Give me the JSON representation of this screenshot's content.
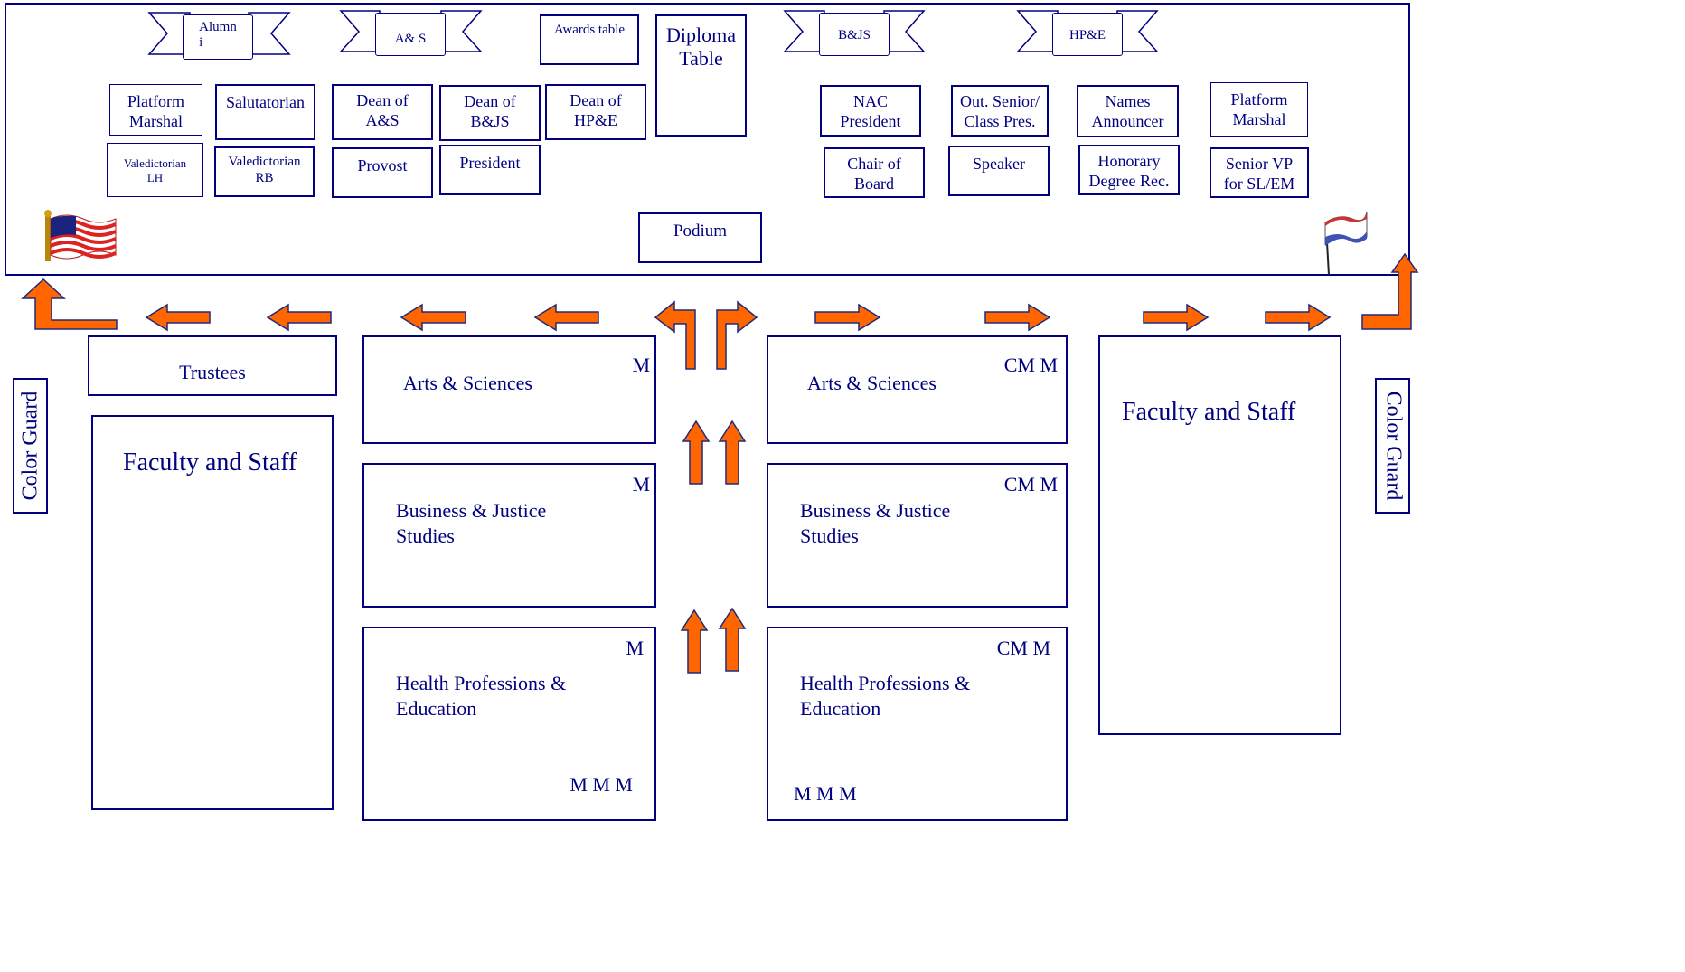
{
  "banners": {
    "alumni": "Alumn\ni",
    "as": "A& S",
    "bjs": "B&JS",
    "hpe": "HP&E"
  },
  "stage": {
    "awards_table": "Awards table",
    "diploma_table": "Diploma\nTable",
    "podium": "Podium",
    "seats": {
      "platform_marshal_left": "Platform\nMarshal",
      "salutatorian": "Salutatorian",
      "dean_as": "Dean of\nA&S",
      "dean_bjs": "Dean of\nB&JS",
      "dean_hpe": "Dean of\nHP&E",
      "nac_president": "NAC\nPresident",
      "out_senior": "Out. Senior/\nClass Pres.",
      "names_announcer": "Names\nAnnouncer",
      "platform_marshal_right": "Platform\nMarshal",
      "valedictorian_lh": "Valedictorian\nLH",
      "valedictorian_rb": "Valedictorian\nRB",
      "provost": "Provost",
      "president": "President",
      "chair_of_board": "Chair of\nBoard",
      "speaker": "Speaker",
      "honorary_degree": "Honorary\nDegree Rec.",
      "senior_vp": "Senior VP\nfor SL/EM"
    }
  },
  "floor": {
    "trustees": "Trustees",
    "faculty_left": "Faculty and Staff",
    "faculty_right": "Faculty and Staff",
    "color_guard_left": "Color Guard",
    "color_guard_right": "Color Guard",
    "left_sections": [
      {
        "name": "Arts & Sciences",
        "marker": "M",
        "bottom_marker": ""
      },
      {
        "name": "Business & Justice\nStudies",
        "marker": "M",
        "bottom_marker": ""
      },
      {
        "name": "Health Professions &\nEducation",
        "marker": "M",
        "bottom_marker": "M M M"
      }
    ],
    "right_sections": [
      {
        "name": "Arts & Sciences",
        "marker": "CM M",
        "bottom_marker": ""
      },
      {
        "name": "Business & Justice\nStudies",
        "marker": "CM M",
        "bottom_marker": ""
      },
      {
        "name": "Health Professions &\nEducation",
        "marker": "CM M",
        "bottom_marker": "M M M"
      }
    ]
  },
  "colors": {
    "line": "#000080",
    "arrow_fill": "#ff6600",
    "arrow_stroke": "#1f2a7a"
  },
  "icons": [
    "us-flag-icon",
    "flag-icon",
    "scroll-banner-icon",
    "arrow-icon"
  ]
}
